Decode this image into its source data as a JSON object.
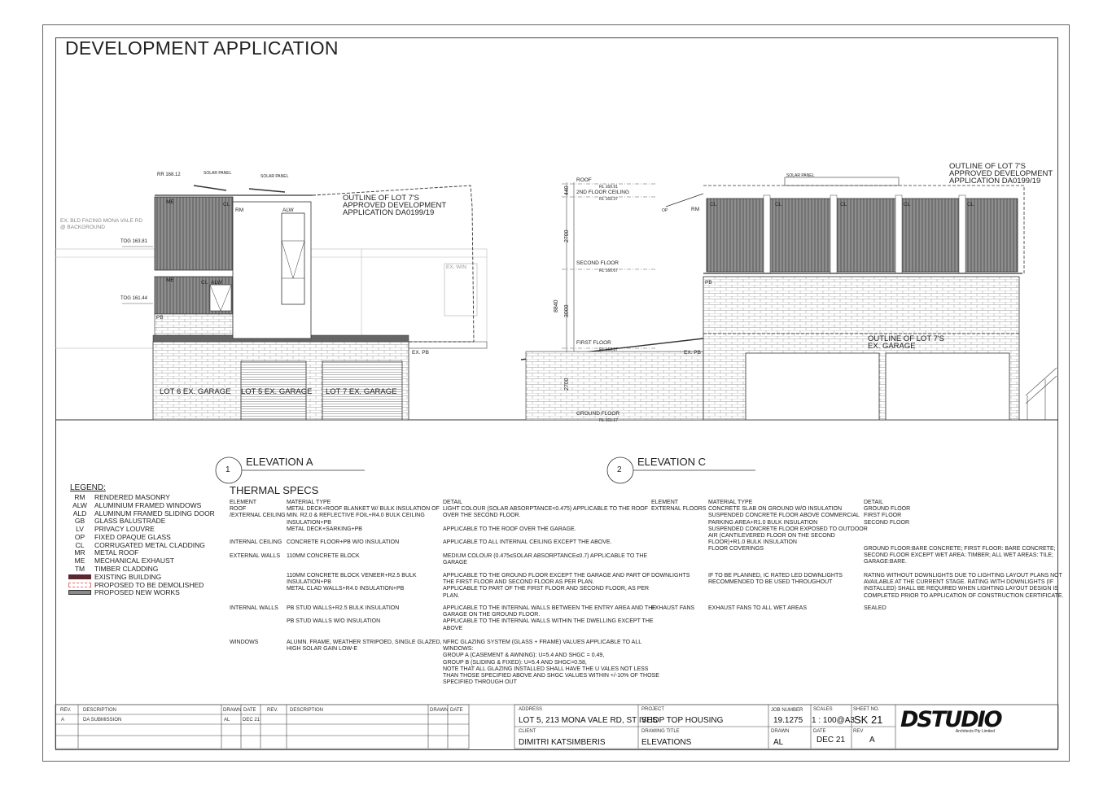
{
  "header": {
    "title": "DEVELOPMENT APPLICATION"
  },
  "elevation_a": {
    "number": "1",
    "name": "ELEVATION A",
    "labels": {
      "rr": "RR 168.12",
      "solar1": "SOLAR PANEL",
      "solar2": "SOLAR PANEL",
      "ex_bld": "EX. BLD FACING MONA VALE RD",
      "ex_bld2": "@ BACKGROUND",
      "tog1": "TOG 163.81",
      "tog2": "TOG 161.44",
      "me1": "ME",
      "me2": "ME",
      "cl1": "CL",
      "cl2": "CL",
      "rm": "RM",
      "alw1": "ALW",
      "alw2": "ALW",
      "pb": "PB",
      "outline1": "OUTLINE OF LOT 7'S",
      "outline2": "APPROVED DEVELOPMENT",
      "outline3": "APPLICATION DA0199/19",
      "ex_win": "EX. WIN",
      "ex_pb": "EX. PB",
      "lot6": "LOT 6 EX. GARAGE",
      "lot5": "LOT 5 EX. GARAGE",
      "lot7": "LOT 7 EX. GARAGE"
    }
  },
  "elevation_c": {
    "number": "2",
    "name": "ELEVATION C",
    "labels": {
      "roof": "ROOF",
      "rl_roof": "RL 169.91",
      "ceiling2": "2ND FLOOR CEILING",
      "rl_ceiling": "RL 169.37",
      "second": "SECOND FLOOR",
      "rl_second": "RL 166.67",
      "first": "FIRST FLOOR",
      "rl_first": "RL 163.37",
      "ground": "GROUND FLOOR",
      "rl_ground": "RL 161.17",
      "d440": "440",
      "d2700a": "2700",
      "d3000": "3000",
      "d2700b": "2700",
      "d8840": "8840",
      "solar": "SOLAR PANEL",
      "op": "OP",
      "rm": "RM",
      "cl": "CL",
      "pb": "PB",
      "ex_pb": "EX. PB",
      "outline1": "OUTLINE OF LOT 7'S",
      "outline2": "APPROVED DEVELOPMENT",
      "outline3": "APPLICATION DA0199/19",
      "garage1": "OUTLINE OF LOT 7'S",
      "garage2": "EX. GARAGE"
    }
  },
  "legend": {
    "title": "LEGEND:",
    "items": [
      {
        "code": "RM",
        "label": "RENDERED MASONRY"
      },
      {
        "code": "ALW",
        "label": "ALUMINIUM FRAMED WINDOWS"
      },
      {
        "code": "ALD",
        "label": "ALUMINUM FRAMED SLIDING DOOR"
      },
      {
        "code": "GB",
        "label": "GLASS BALUSTRADE"
      },
      {
        "code": "LV",
        "label": "PRIVACY LOUVRE"
      },
      {
        "code": "OP",
        "label": "FIXED OPAQUE GLASS"
      },
      {
        "code": "CL",
        "label": "CORRUGATED METAL CLADDING"
      },
      {
        "code": "MR",
        "label": "METAL ROOF"
      },
      {
        "code": "ME",
        "label": "MECHANICAL EXHAUST"
      },
      {
        "code": "TM",
        "label": "TIMBER CLADDING"
      }
    ],
    "swatches": [
      {
        "label": "EXISTING BUILDING",
        "color": "#5a2630"
      },
      {
        "label": "PROPOSED TO BE DEMOLISHED",
        "color": "#e07070"
      },
      {
        "label": "PROPOSED NEW WORKS",
        "color": "#8a8a8a"
      }
    ]
  },
  "thermal": {
    "title": "THERMAL SPECS",
    "col1": "ELEMENT\nROOF\n/EXTERNAL CEILING",
    "col2": "MATERIAL TYPE\nMETAL DECK+ROOF BLANKET W/ BULK INSULATION OF\nMIN. R2.0 & REFLECTIVE FOIL+R4.0 BULK CEILING\nINSULATION+PB\nMETAL DECK+SARKING+PB",
    "col3": "DETAIL\nLIGHT COLOUR (SOLAR ABSORPTANCE<0.475) APPLICABLE TO THE ROOF\nOVER THE SECOND FLOOR.\n\nAPPLICABLE TO THE ROOF OVER THE GARAGE.",
    "int_ceiling": "INTERNAL CEILING",
    "int_ceiling_type": "CONCRETE FLOOR+PB W/O INSULATION",
    "int_ceiling_detail": "APPLICABLE TO ALL INTERNAL CEILING EXCEPT THE ABOVE.",
    "ext_walls": "EXTERNAL WALLS",
    "ext_walls_type": "110MM CONCRETE BLOCK",
    "ext_walls_detail": "MEDIUM COLOUR (0.475≤SOLAR ABSORPTANCE≤0.7) APPLICABLE TO THE\nGARAGE",
    "ext_walls_type2": "110MM CONCRETE BLOCK VENEER+R2.5 BULK\nINSULATION+PB\nMETAL CLAD WALLS+R4.0 INSULATION+PB",
    "ext_walls_detail2": "APPLICABLE TO THE GROUND FLOOR EXCEPT THE GARAGE AND PART OF\nTHE FIRST FLOOR AND SECOND FLOOR AS PER PLAN.\nAPPLICABLE TO PART OF THE FIRST FLOOR AND SECOND FLOOR, AS PER\nPLAN.",
    "int_walls": "INTERNAL WALLS",
    "int_walls_type": "PB STUD WALLS+R2.5 BULK INSULATION\n\nPB STUD WALLS W/O INSULATION",
    "int_walls_detail": "APPLICABLE TO THE INTERNAL WALLS BETWEEN THE ENTRY AREA AND THE\nGARAGE ON THE GROUND FLOOR.\nAPPLICABLE TO THE INTERNAL WALLS WITHIN THE DWELLING EXCEPT THE\nABOVE",
    "windows": "WINDOWS",
    "windows_type": "ALUMN. FRAME, WEATHER STRIPOED, SINGLE GLAZED,\nHIGH SOLAR GAIN LOW-E",
    "windows_detail": "NFRC GLAZING SYSTEM (GLASS + FRAME) VALUES APPLICABLE TO ALL\nWINDOWS:\nGROUP A (CASEMENT & AWNING): U=5.4 AND SHGC = 0.49,\nGROUP B (SLIDING & FIXED): U=5.4 AND SHGC=0.58,\nNOTE THAT ALL GLAZING INSTALLED SHALL HAVE THE U VALES NOT LESS\nTHAN THOSE SPECIFIED ABOVE AND SHGC VALUES WITHIN +/-10% OF THOSE\nSPECIFIED THROUGH OUT",
    "col4": "ELEMENT\nEXTERNAL FLOORS",
    "col5": "MATERIAL TYPE\nCONCRETE SLAB ON GROUND W/O INSULATION\nSUSPENDED CONCRETE FLOOR ABOVE COMMERCIAL\nPARKING AREA+R1.0 BULK INSULATION\nSUSPENDED CONCRETE FLOOR EXPOSED TO OUTDOOR\nAIR (CANTILEVERED FLOOR ON THE SECOND\nFLOOR)+R1.0 BULK INSULATION\nFLOOR COVERINGS",
    "col6": "DETAIL\nGROUND FLOOR\nFIRST FLOOR\nSECOND FLOOR",
    "coverings_detail": "GROUND FLOOR:BARE CONCRETE; FIRST FLOOR: BARE CONCRETE;\nSECOND FLOOR EXCEPT WET AREA: TIMBER; ALL WET AREAS: TILE;\nGARAGE:BARE.",
    "downlights": "DOWNLIGHTS",
    "downlights_type": "IF TO BE PLANNED, IC RATED LED DOWNLIGHTS\nRECOMMENDED TO BE USED THROUGHOUT",
    "downlights_detail": "RATING WITHOUT DOWNLIGHTS DUE TO LIGHTING LAYOUT PLANS NOT\nAVAILABLE AT THE CURRENT STAGE. RATING WITH DOWNLIGHTS (IF\nINSTALLED) SHALL BE REQUIRED WHEN LIGHTING LAYOUT DESIGN IS\nCOMPLETED PRIOR TO APPLICATION OF CONSTRUCTION CERTIFICATE.",
    "exhaust": "EXHAUST FANS",
    "exhaust_type": "EXHAUST FANS TO ALL WET AREAS",
    "exhaust_detail": "SEALED"
  },
  "title_block": {
    "rev_h": "REV.",
    "desc_h": "DESCRIPTION",
    "drawn_h": "DRAWN",
    "date_h": "DATE",
    "rev_a": "A",
    "desc_a": "DA SUBMISSION",
    "drawn_a": "AL",
    "date_a": "DEC 21",
    "address_h": "ADDRESS",
    "address": "LOT 5, 213 MONA VALE RD, ST IVES",
    "project_h": "PROJECT",
    "project": "SHOP TOP HOUSING",
    "job_h": "JOB NUMBER",
    "job": "19.1275",
    "scales_h": "SCALES",
    "scales": "1 : 100@A3",
    "sheet_h": "SHEET NO.",
    "sheet": "SK 21",
    "client_h": "CLIENT",
    "client": "DIMITRI KATSIMBERIS",
    "drawing_h": "DRAWING TITLE",
    "drawing": "ELEVATIONS",
    "drawn2_h": "DRAWN",
    "drawn2": "AL",
    "date2_h": "DATE",
    "date2": "DEC 21",
    "rev2_h": "REV",
    "rev2": "A",
    "logo": "DSTUDIO",
    "logo_sub": "Architects Pty Limited"
  }
}
